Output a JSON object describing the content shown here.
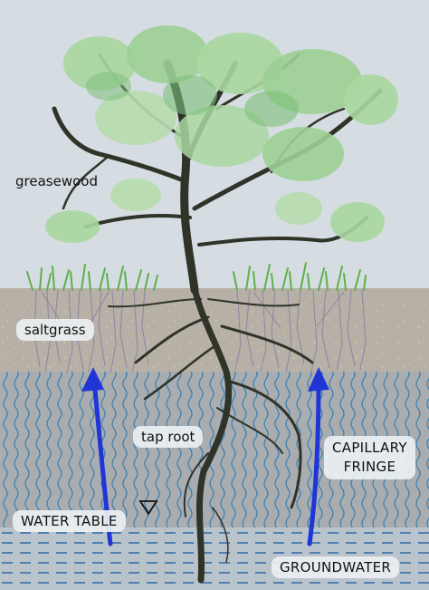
{
  "labels": {
    "greasewood": "greasewood",
    "saltgrass": "saltgrass",
    "tap_root": "tap root",
    "capillary_fringe_line1": "CAPILLARY",
    "capillary_fringe_line2": "FRINGE",
    "water_table": "WATER TABLE",
    "groundwater": "GROUNDWATER"
  },
  "icons": {
    "water_table_marker": "inverted-triangle-icon",
    "upward_arrows": "arrow-up-icon"
  },
  "colors": {
    "sky": "#d5dde2",
    "soil": "#b6b0a6",
    "capillary_zone": "#a9adb0",
    "groundwater": "#b9c3cb",
    "wave": "#3a7fb0",
    "arrow": "#1f35d6",
    "trunk": "#2f3328",
    "foliage_light": "#a9d7a0",
    "foliage_mid": "#7fbf7a",
    "grass": "#5fb04a"
  }
}
